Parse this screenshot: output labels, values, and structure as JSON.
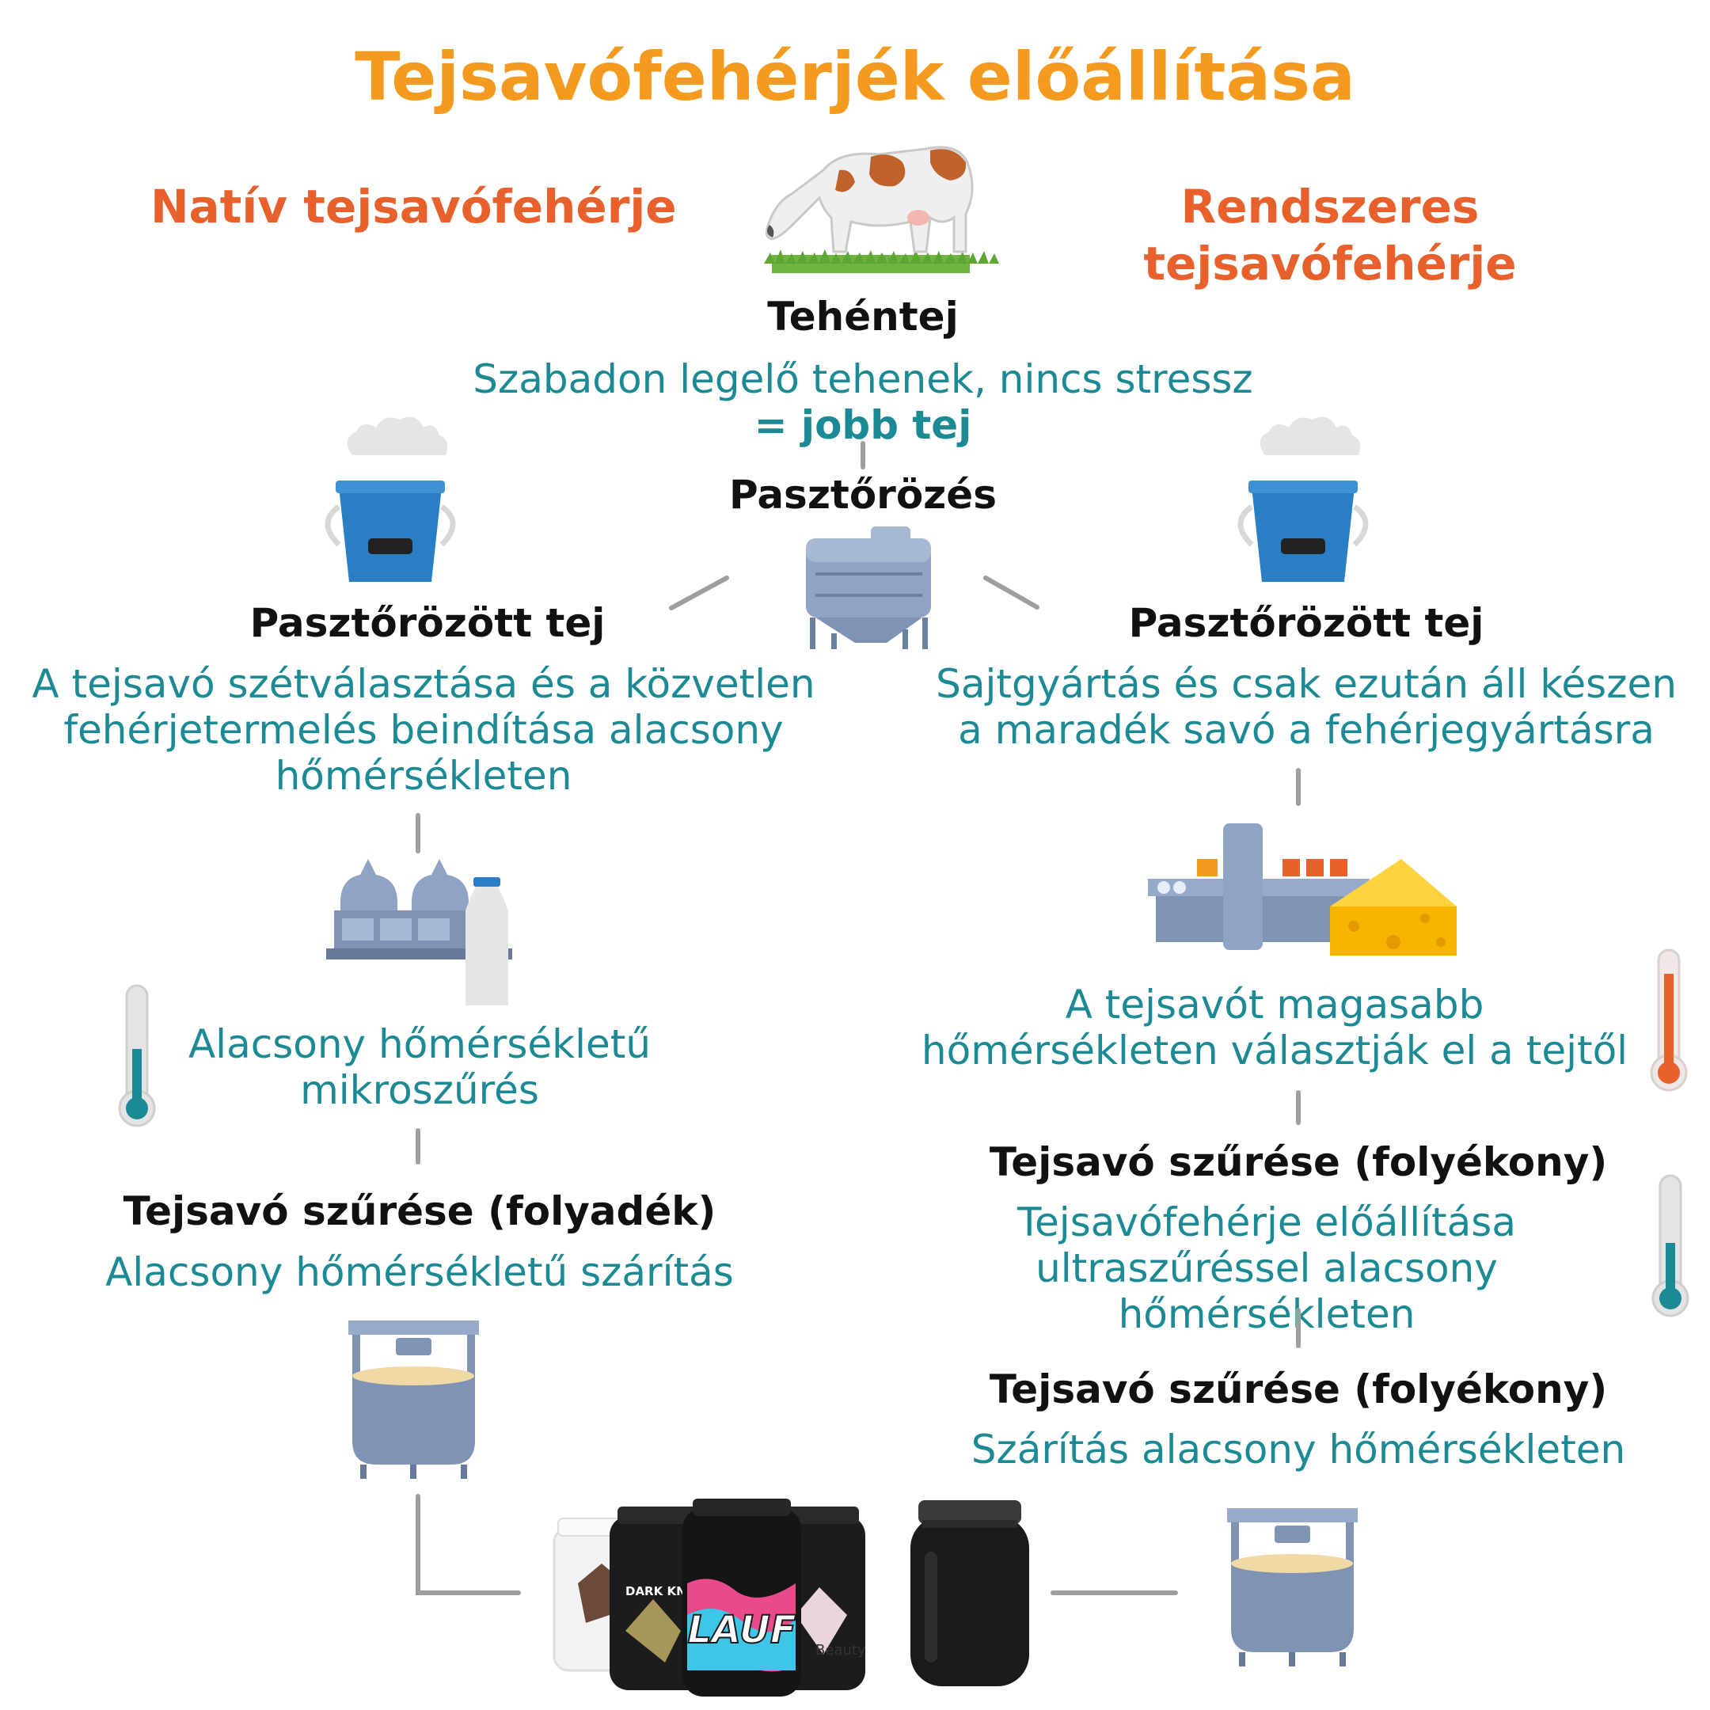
{
  "title": "Tejsavófehérjék előállítása",
  "branches": {
    "left": "Natív tejsavófehérje",
    "right_line1": "Rendszeres",
    "right_line2": "tejsavófehérje"
  },
  "top": {
    "label": "Tehéntej",
    "desc": "Szabadon legelő tehenek, nincs stressz",
    "desc_bold": "= jobb tej",
    "step": "Pasztőrözés"
  },
  "left_flow": {
    "milk_label": "Pasztőrözött tej",
    "desc_l1": "A tejsavó szétválasztása és a közvetlen",
    "desc_l2": "fehérjetermelés beindítása alacsony",
    "desc_l3": "hőmérsékleten",
    "micro_l1": "Alacsony hőmérsékletű",
    "micro_l2": "mikroszűrés",
    "filter_label": "Tejsavó szűrése (folyadék)",
    "filter_desc": "Alacsony hőmérsékletű szárítás"
  },
  "right_flow": {
    "milk_label": "Pasztőrözött tej",
    "desc_l1": "Sajtgyártás és csak ezután áll készen",
    "desc_l2": "a maradék savó a fehérjegyártásra",
    "sep_l1": "A tejsavót magasabb",
    "sep_l2": "hőmérsékleten választják el a tejtől",
    "filter1_label": "Tejsavó szűrése (folyékony)",
    "filter1_l1": "Tejsavófehérje előállítása",
    "filter1_l2": "ultraszűréssel alacsony hőmérsékleten",
    "filter2_label": "Tejsavó szűrése (folyékony)",
    "filter2_desc": "Szárítás alacsony hőmérsékleten"
  },
  "products": {
    "jar2_text": "DARK KNIGHT",
    "jar3_text": "LAUF",
    "jar4_text": "Beauty"
  },
  "colors": {
    "title": "#F39A1F",
    "branch": "#E8612C",
    "teal": "#1B8A95",
    "machine": "#7F93B5",
    "bucket": "#2A7FC4"
  }
}
